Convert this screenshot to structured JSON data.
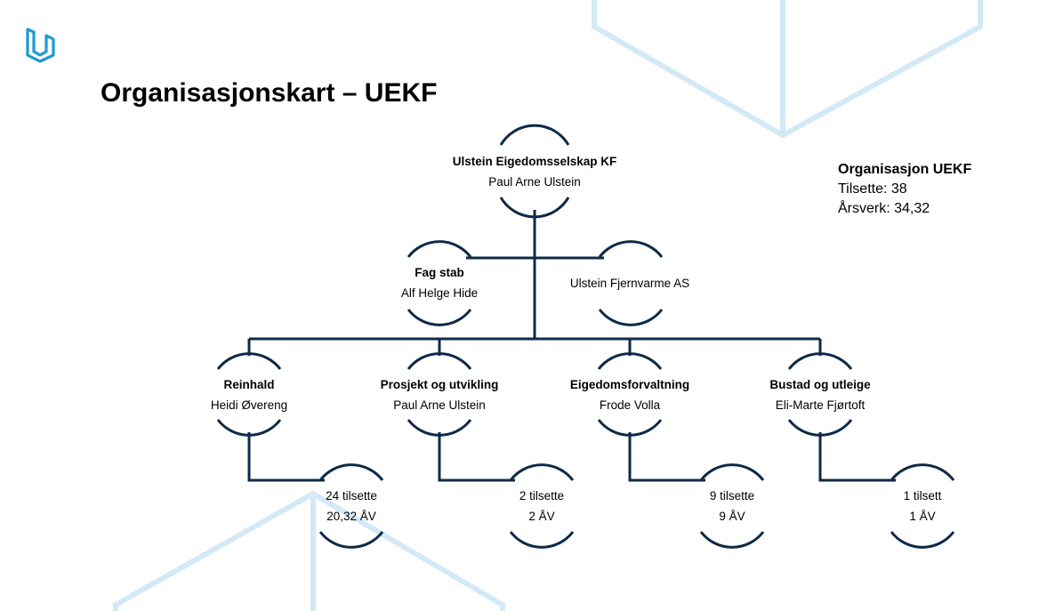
{
  "title": "Organisasjonskart – UEKF",
  "info": {
    "heading": "Organisasjon UEKF",
    "employees": "Tilsette: 38",
    "fte": "Årsverk: 34,32"
  },
  "colors": {
    "line": "#0e2a47",
    "decor": "#d3e9f5",
    "logo": "#1a9ad6"
  },
  "icons": {
    "logo": "logo-icon"
  },
  "root": {
    "name": "Ulstein Eigedomsselskap KF",
    "person": "Paul Arne Ulstein"
  },
  "staff": [
    {
      "name": "Fag stab",
      "person": "Alf Helge Hide"
    },
    {
      "name": "",
      "person": "Ulstein Fjernvarme AS"
    }
  ],
  "departments": [
    {
      "name": "Reinhald",
      "person": "Heidi Øvereng",
      "count": "24 tilsette",
      "fte": "20,32 ÅV"
    },
    {
      "name": "Prosjekt og utvikling",
      "person": "Paul Arne Ulstein",
      "count": "2 tilsette",
      "fte": "2 ÅV"
    },
    {
      "name": "Eigedomsforvaltning",
      "person": "Frode Volla",
      "count": "9 tilsette",
      "fte": "9 ÅV"
    },
    {
      "name": "Bustad og utleige",
      "person": "Eli-Marte Fjørtoft",
      "count": "1 tilsett",
      "fte": "1 ÅV"
    }
  ]
}
